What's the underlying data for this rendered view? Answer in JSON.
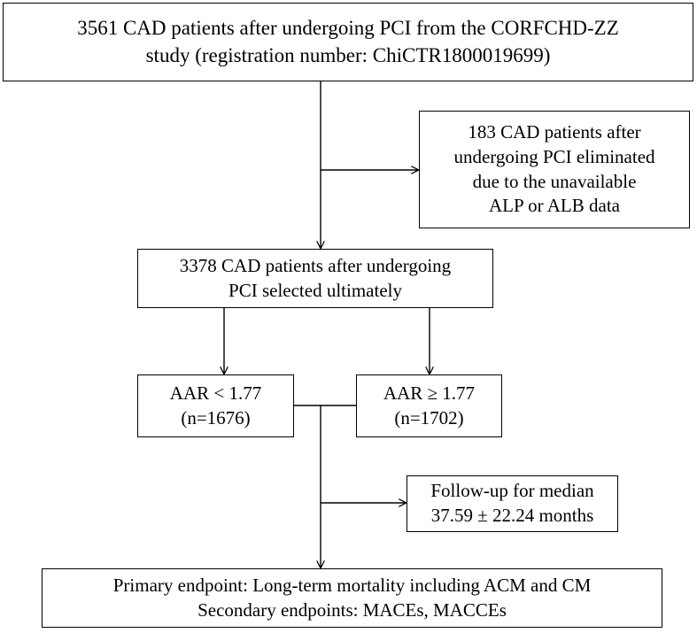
{
  "nodes": {
    "cohort": {
      "lines": [
        "3561 CAD patients after undergoing PCI from the CORFCHD-ZZ",
        "study (registration number: ChiCTR1800019699)"
      ]
    },
    "excluded": {
      "lines": [
        "183 CAD patients after",
        "undergoing PCI eliminated",
        "due to the unavailable",
        "ALP or ALB data"
      ]
    },
    "selected": {
      "lines": [
        "3378 CAD patients after undergoing",
        "PCI selected ultimately"
      ]
    },
    "aar_low": {
      "lines": [
        "AAR <  1.77",
        "(n=1676)"
      ]
    },
    "aar_high": {
      "lines": [
        "AAR ≥ 1.77",
        "(n=1702)"
      ]
    },
    "followup": {
      "lines": [
        "Follow-up for median",
        "37.59 ± 22.24 months"
      ]
    },
    "endpoints": {
      "lines": [
        "Primary endpoint: Long-term mortality including ACM and CM",
        "Secondary endpoints: MACEs, MACCEs"
      ]
    }
  },
  "colors": {
    "stroke": "#000000",
    "background": "#ffffff",
    "text": "#000000"
  }
}
